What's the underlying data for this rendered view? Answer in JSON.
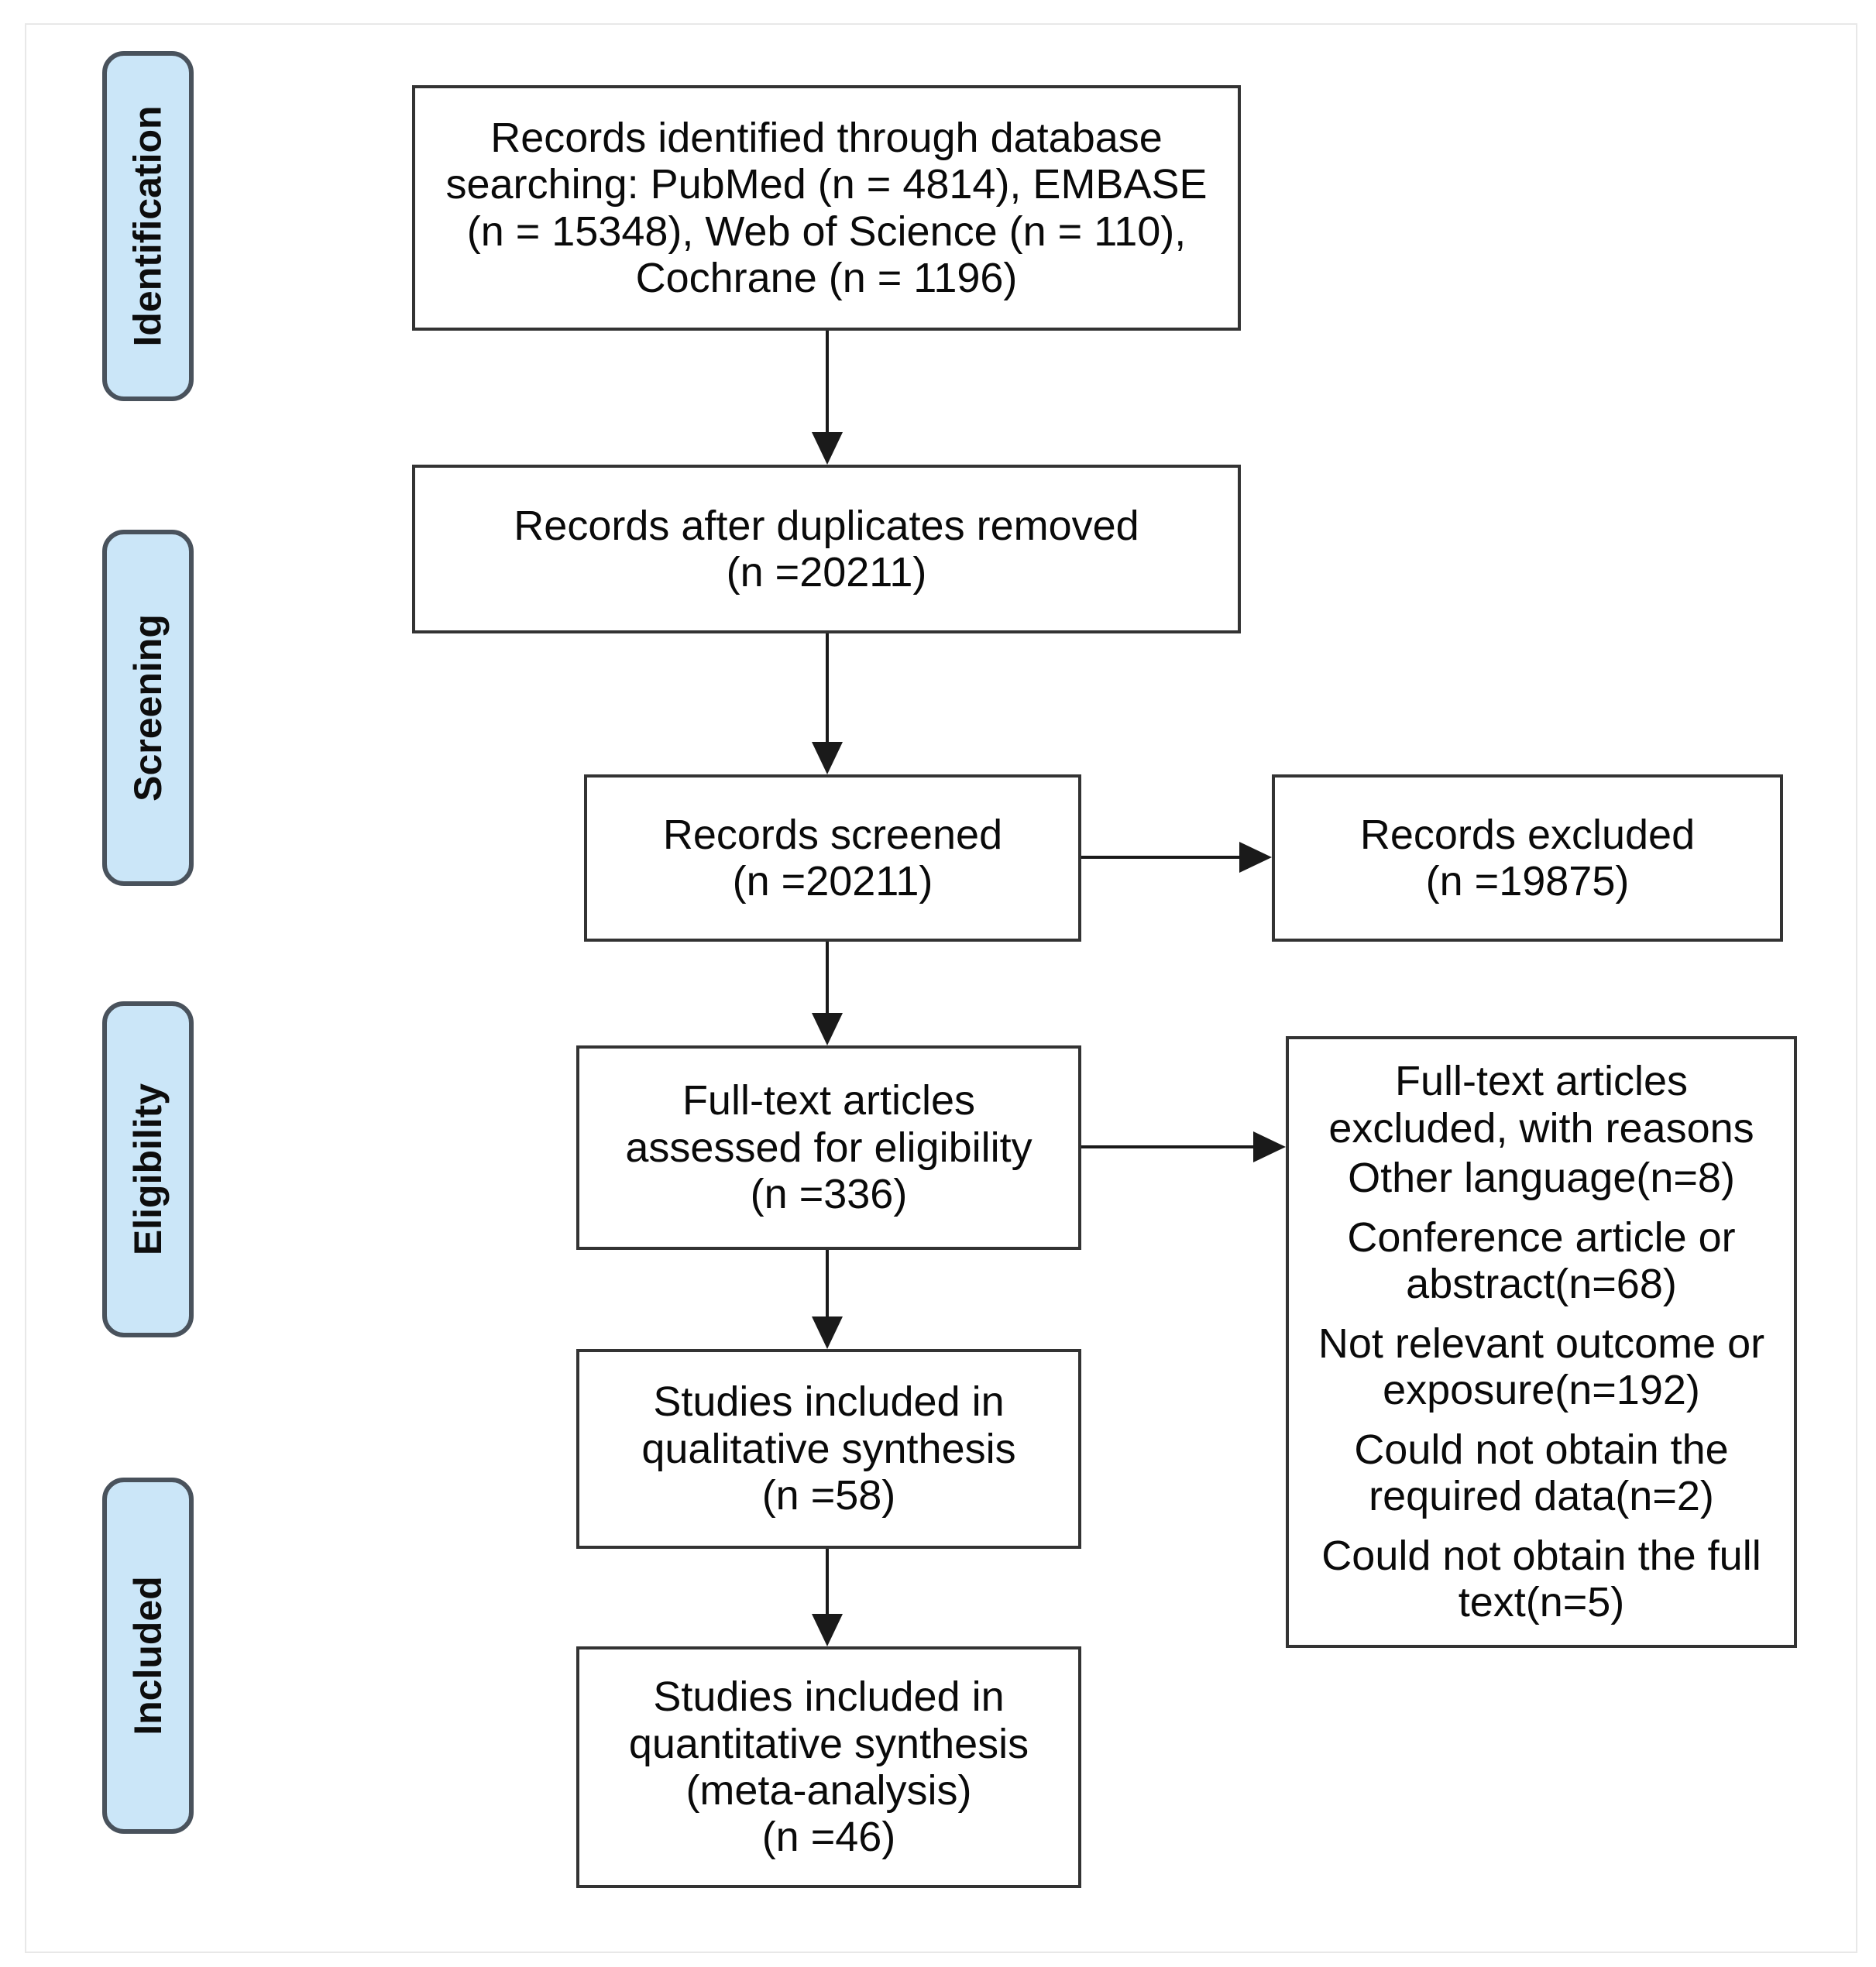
{
  "stages": {
    "identification": "Identification",
    "screening": "Screening",
    "eligibility": "Eligibility",
    "included": "Included"
  },
  "boxes": {
    "identified": "Records identified through database\nsearching: PubMed (n = 4814), EMBASE\n(n = 15348), Web of Science (n = 110),\nCochrane (n = 1196)",
    "duplicates_removed": "Records after duplicates removed\n(n =20211)",
    "screened": "Records screened\n(n =20211)",
    "records_excluded": "Records excluded\n(n =19875)",
    "fulltext_assessed": "Full-text articles\nassessed for eligibility\n(n =336)",
    "fulltext_excluded_title": "Full-text articles\nexcluded, with reasons",
    "fulltext_excluded_reasons": [
      "Other language(n=8)",
      "Conference article or\nabstract(n=68)",
      "Not relevant outcome or\nexposure(n=192)",
      "Could not obtain the\nrequired data(n=2)",
      "Could not obtain the full\ntext(n=5)"
    ],
    "qualitative": "Studies included in\nqualitative synthesis\n(n =58)",
    "quantitative": "Studies included in\nquantitative synthesis\n(meta-analysis)\n(n =46)"
  },
  "colors": {
    "stage_fill": "#cbe6f8",
    "stage_border": "#49525c",
    "box_border": "#333333",
    "arrow": "#1a1a1a",
    "text": "#0a0a0a",
    "frame": "#e8e8e8"
  }
}
